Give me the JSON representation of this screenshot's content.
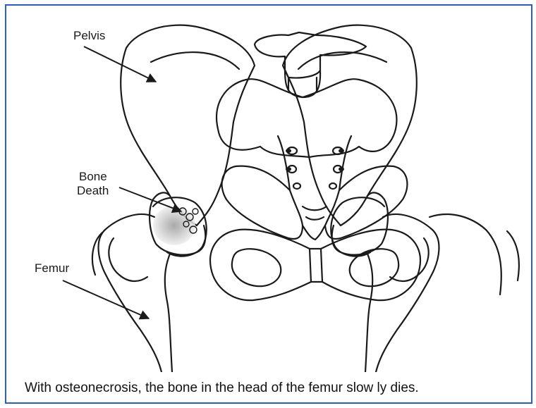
{
  "labels": {
    "pelvis": "Pelvis",
    "bone_death_line1": "Bone",
    "bone_death_line2": "Death",
    "femur": "Femur"
  },
  "caption": "With osteonecrosis, the bone in the head of the femur slow ly dies.",
  "colors": {
    "border": "#2a5bd7",
    "line": "#1a1a1a",
    "shade": "#c8c8c8"
  }
}
